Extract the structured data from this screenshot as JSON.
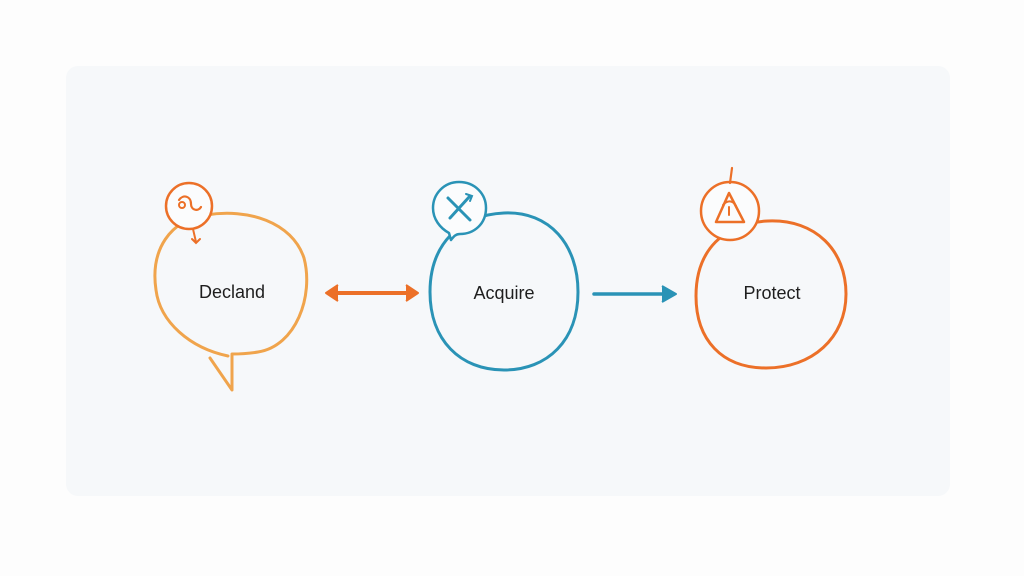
{
  "colors": {
    "orange_light": "#f0a44c",
    "orange": "#ec7028",
    "blue": "#2a93b6",
    "background": "#f6f8fa"
  },
  "nodes": [
    {
      "label": "Decland",
      "icon": "scroll-icon",
      "shape": "speech-bubble"
    },
    {
      "label": "Acquire",
      "icon": "crossed-tools-icon",
      "shape": "circle"
    },
    {
      "label": "Protect",
      "icon": "warning-triangle-icon",
      "shape": "circle"
    }
  ],
  "connectors": [
    {
      "from": "Decland",
      "to": "Acquire",
      "direction": "both"
    },
    {
      "from": "Acquire",
      "to": "Protect",
      "direction": "forward"
    }
  ]
}
